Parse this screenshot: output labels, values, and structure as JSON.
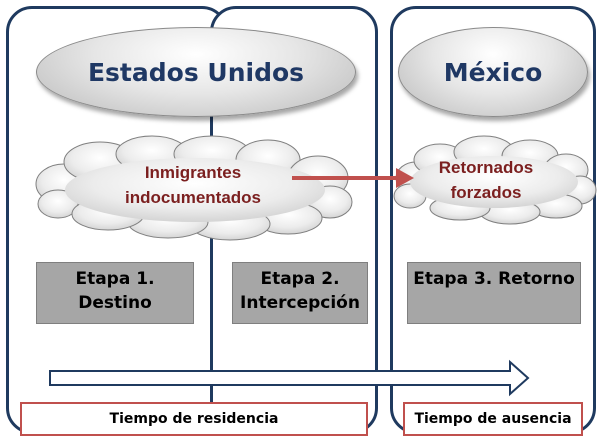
{
  "regions": {
    "us": "Estados Unidos",
    "mx": "México"
  },
  "clouds": {
    "left": [
      "Inmigrantes",
      "indocumentados"
    ],
    "right": [
      "Retornados",
      "forzados"
    ]
  },
  "stages": {
    "s1": [
      "Etapa 1.",
      "Destino"
    ],
    "s2": [
      "Etapa 2.",
      "Intercepción"
    ],
    "s3": [
      "Etapa 3. Retorno"
    ]
  },
  "time": {
    "residence": "Tiempo de residencia",
    "absence": "Tiempo de ausencia"
  },
  "colors": {
    "panel_border": "#1f3a5f",
    "title_text": "#1f3864",
    "cloud_text": "#7b1f1f",
    "stage_fill": "#a6a6a6",
    "arrow_red": "#c0504d",
    "arrow_blue": "#1f3a5f",
    "time_border": "#c0504d"
  }
}
